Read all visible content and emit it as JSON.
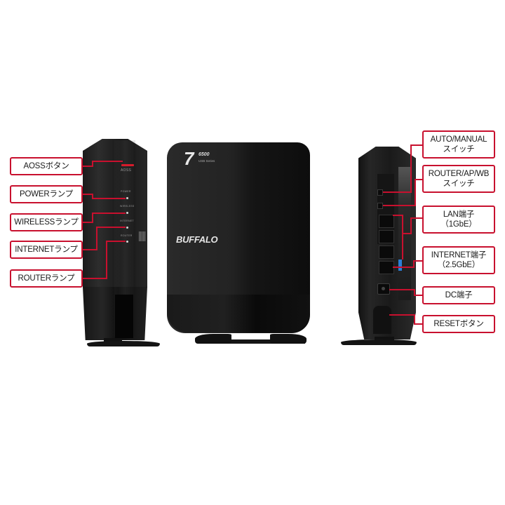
{
  "image": {
    "title": "Buffalo Wi-Fi 7 router — port and lamp callouts",
    "background": "#ffffff",
    "accent_color": "#c8102e"
  },
  "left_callouts": [
    {
      "label": "AOSSボタン"
    },
    {
      "label": "POWERランプ"
    },
    {
      "label": "WIRELESSランプ"
    },
    {
      "label": "INTERNETランプ"
    },
    {
      "label": "ROUTERランプ"
    }
  ],
  "right_callouts": [
    {
      "line1": "AUTO/MANUAL",
      "line2": "スイッチ"
    },
    {
      "line1": "ROUTER/AP/WB",
      "line2": "スイッチ"
    },
    {
      "line1": "LAN端子",
      "line2": "（1GbE）"
    },
    {
      "line1": "INTERNET端子",
      "line2": "（2.5GbE）"
    },
    {
      "line1": "DC端子"
    },
    {
      "line1": "RESETボタン"
    }
  ],
  "device_front": {
    "aoss_text": "AOSS",
    "led_labels": [
      "POWER",
      "WIRELESS",
      "INTERNET",
      "ROUTER"
    ]
  },
  "device_center": {
    "logo_mark": "7",
    "model": "6500",
    "model_sub": "USB Series",
    "brand": "BUFFALO"
  }
}
